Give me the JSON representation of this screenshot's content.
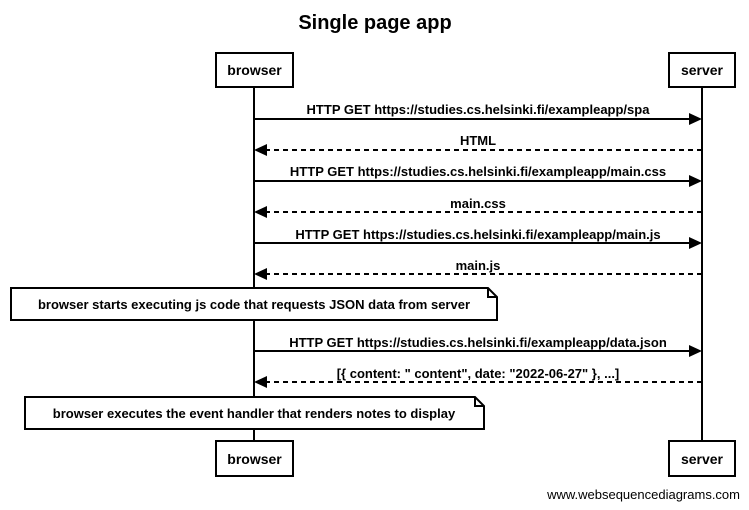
{
  "title": "Single page app",
  "participants": [
    {
      "id": "browser",
      "label": "browser"
    },
    {
      "id": "server",
      "label": "server"
    }
  ],
  "messages": [
    {
      "from": "browser",
      "to": "server",
      "text": "HTTP GET https://studies.cs.helsinki.fi/exampleapp/spa",
      "style": "solid"
    },
    {
      "from": "server",
      "to": "browser",
      "text": "HTML",
      "style": "dashed"
    },
    {
      "from": "browser",
      "to": "server",
      "text": "HTTP GET https://studies.cs.helsinki.fi/exampleapp/main.css",
      "style": "solid"
    },
    {
      "from": "server",
      "to": "browser",
      "text": "main.css",
      "style": "dashed"
    },
    {
      "from": "browser",
      "to": "server",
      "text": "HTTP GET https://studies.cs.helsinki.fi/exampleapp/main.js",
      "style": "solid"
    },
    {
      "from": "server",
      "to": "browser",
      "text": "main.js",
      "style": "dashed"
    },
    {
      "from": "browser",
      "to": "server",
      "text": "HTTP GET https://studies.cs.helsinki.fi/exampleapp/data.json",
      "style": "solid"
    },
    {
      "from": "server",
      "to": "browser",
      "text": "[{ content: \" content\", date: \"2022-06-27\" }, ...]",
      "style": "dashed"
    }
  ],
  "notes": [
    {
      "over": "browser",
      "text": "browser starts executing js code that requests JSON data from server"
    },
    {
      "over": "browser",
      "text": "browser executes the event handler that renders notes to display"
    }
  ],
  "footer": "www.websequencediagrams.com"
}
